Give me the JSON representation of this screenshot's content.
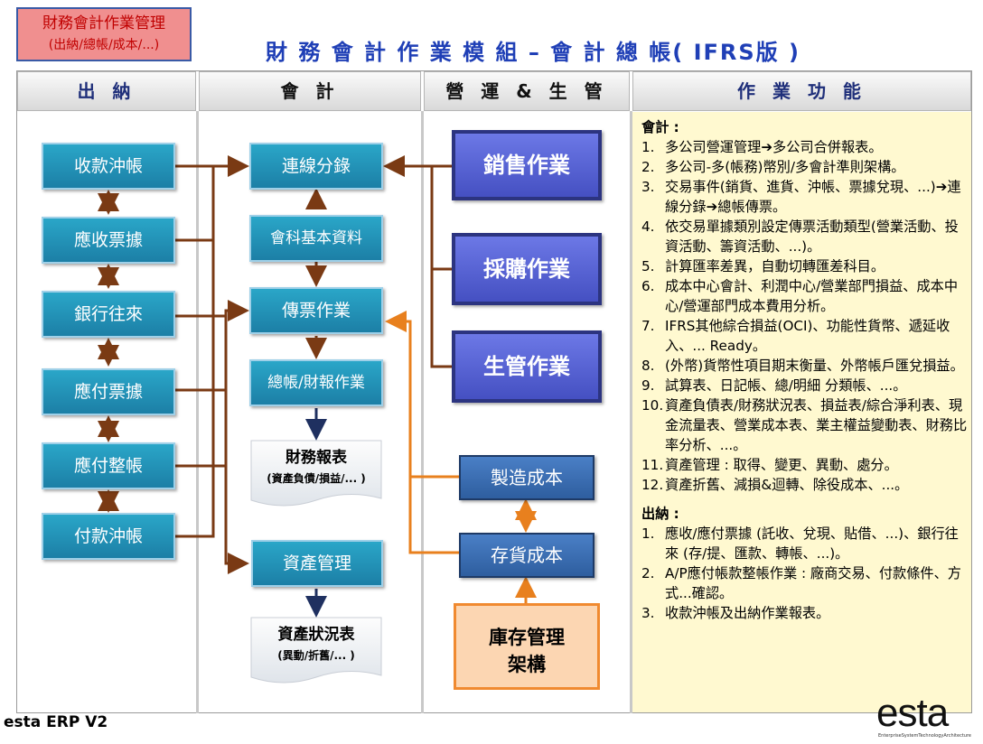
{
  "tag": {
    "line1": "財務會計作業管理",
    "line2": "(出納/總帳/成本/...)"
  },
  "title": "財 務 會 計 作 業 模 組 – 會 計 總 帳( IFRS版 )",
  "headers": [
    "出 納",
    "會 計",
    "營 運 & 生 管",
    "作 業 功 能"
  ],
  "cashier": [
    "收款沖帳",
    "應收票據",
    "銀行往來",
    "應付票據",
    "應付整帳",
    "付款沖帳"
  ],
  "accounting": [
    "連線分錄",
    "會科基本資料",
    "傳票作業",
    "總帳/財報作業",
    "資產管理"
  ],
  "docs": {
    "fin_report": {
      "title": "財務報表",
      "sub": "(資產負債/損益/... )"
    },
    "asset_report": {
      "title": "資產狀況表",
      "sub": "(異動/折舊/... )"
    }
  },
  "operations": {
    "sales": "銷售作業",
    "purchase": "採購作業",
    "production": "生管作業",
    "mfg_cost": "製造成本",
    "inventory_cost": "存貨成本",
    "warehouse": {
      "line1": "庫存管理",
      "line2": "架構"
    }
  },
  "functions": {
    "acc_title": "會計 :",
    "acc_items": [
      {
        "n": "1.",
        "t": "多公司營運管理➔多公司合併報表。"
      },
      {
        "n": "2.",
        "t": "多公司-多(帳務)幣別/多會計準則架構。"
      },
      {
        "n": "3.",
        "t": "交易事件(銷貨、進貨、沖帳、票據兌現、...)➔連線分錄➔總帳傳票。"
      },
      {
        "n": "4.",
        "t": "依交易單據類別設定傳票活動類型(營業活動、投資活動、籌資活動、...)。"
      },
      {
        "n": "5.",
        "t": "計算匯率差異，自動切轉匯差科目。"
      },
      {
        "n": "6.",
        "t": "成本中心會計、利潤中心/營業部門損益、成本中心/營運部門成本費用分析。"
      },
      {
        "n": "7.",
        "t": "IFRS其他綜合損益(OCI)、功能性貨幣、遞延收入、... Ready。"
      },
      {
        "n": "8.",
        "t": "(外幣)貨幣性項目期末衡量、外幣帳戶匯兌損益。"
      },
      {
        "n": "9.",
        "t": "試算表、日記帳、總/明細 分類帳、...。"
      },
      {
        "n": "10.",
        "t": "資產負債表/財務狀況表、損益表/綜合淨利表、現金流量表、營業成本表、業主權益變動表、財務比率分析、...。"
      },
      {
        "n": "11.",
        "t": "資產管理 : 取得、變更、異動、處分。"
      },
      {
        "n": "12.",
        "t": "資產折舊、減損&迴轉、除役成本、...。"
      }
    ],
    "cash_title": "出納 :",
    "cash_items": [
      {
        "n": "1.",
        "t": "應收/應付票據 (託收、兌現、貼借、...)、銀行往來 (存/提、匯款、轉帳、...)。"
      },
      {
        "n": "2.",
        "t": "A/P應付帳款整帳作業 : 廠商交易、付款條件、方式...確認。"
      },
      {
        "n": "3.",
        "t": "收款沖帳及出納作業報表。"
      }
    ]
  },
  "footer": {
    "brand": "esta ERP V2",
    "logo": "esta",
    "logo_sub": "EnterpriseSystemTechnologyArchitecture"
  },
  "colors": {
    "title": "#1f3fb6",
    "brown_arrow": "#7a3a14",
    "orange_arrow": "#e8801e",
    "navy_arrow": "#1f3060"
  }
}
